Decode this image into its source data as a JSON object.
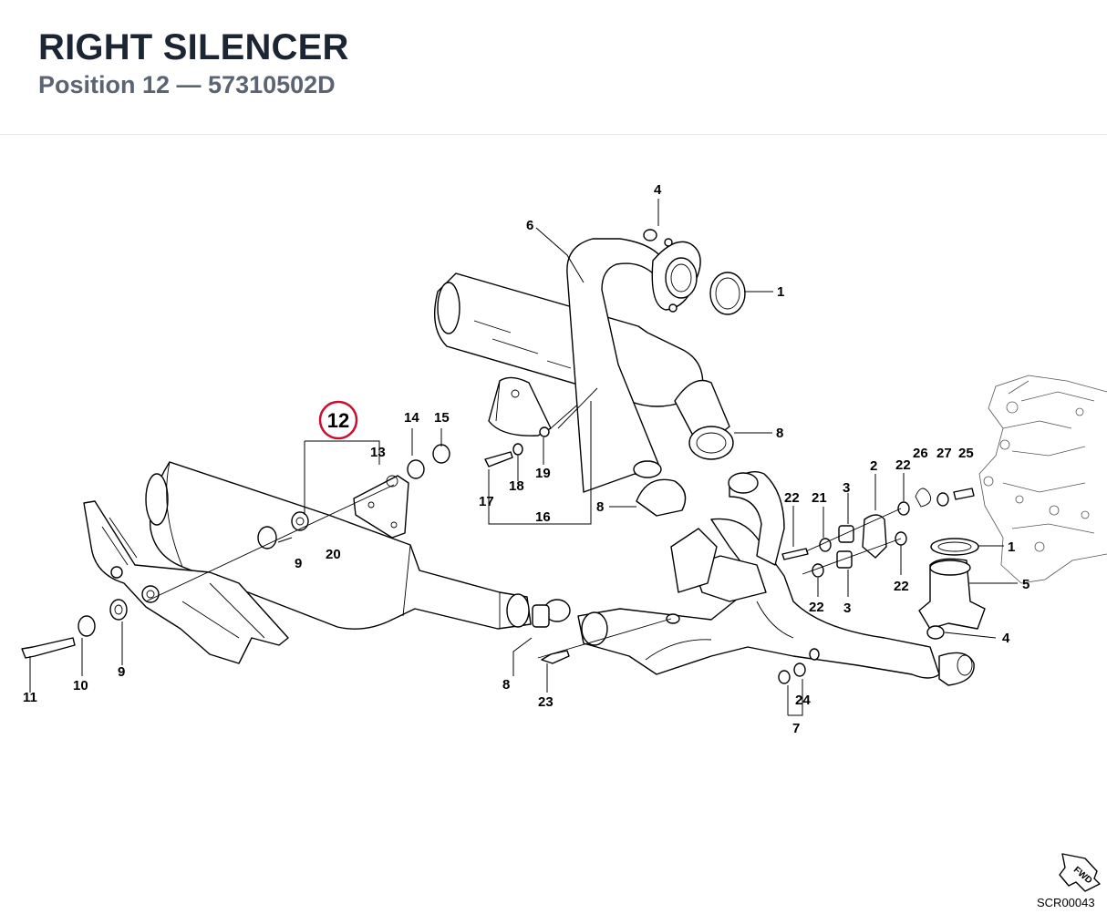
{
  "header": {
    "title": "RIGHT SILENCER",
    "subtitle": "Position 12 — 57310502D"
  },
  "highlight": {
    "number": "12",
    "color": "#c8102e"
  },
  "callouts": [
    "1",
    "1",
    "2",
    "3",
    "3",
    "4",
    "4",
    "5",
    "6",
    "7",
    "8",
    "8",
    "8",
    "9",
    "9",
    "10",
    "11",
    "13",
    "14",
    "15",
    "16",
    "17",
    "18",
    "19",
    "20",
    "21",
    "22",
    "22",
    "22",
    "22",
    "23",
    "24",
    "25",
    "26",
    "27"
  ],
  "fwd_label": "FWD",
  "drawing_code": "SCR00043",
  "colors": {
    "title": "#1b2533",
    "subtitle": "#5a6472",
    "line": "#000000"
  }
}
